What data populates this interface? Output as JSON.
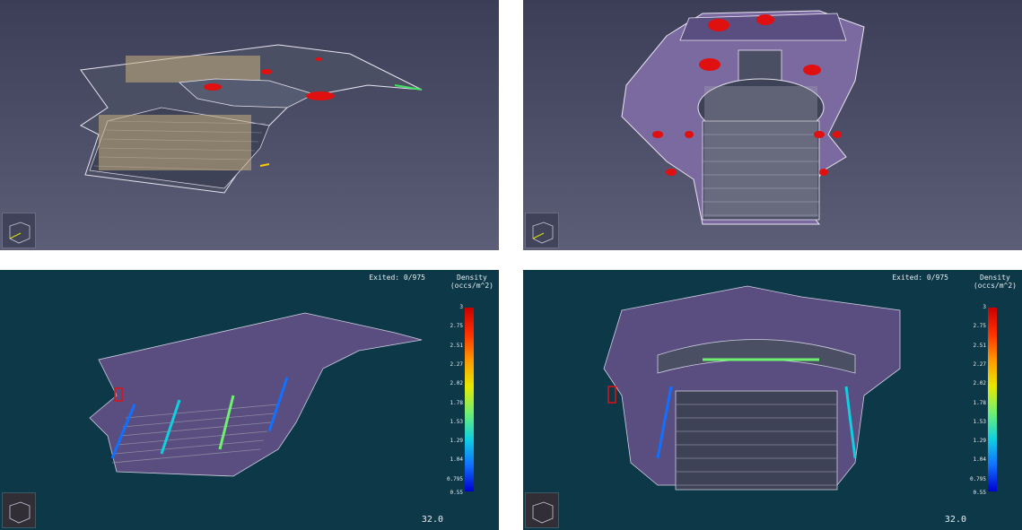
{
  "panels": [
    {
      "id": "top-left"
    },
    {
      "id": "top-right"
    },
    {
      "id": "bottom-left",
      "exited_label": "Exited:",
      "exited_value": "0/975",
      "density_title": "Density",
      "density_units": "(occs/m^2)",
      "colorbar_ticks": [
        "3",
        "2.75",
        "2.51",
        "2.27",
        "2.02",
        "1.78",
        "1.53",
        "1.29",
        "1.04",
        "0.795",
        "0.55"
      ],
      "timer": "32.0"
    },
    {
      "id": "bottom-right",
      "exited_label": "Exited:",
      "exited_value": "0/975",
      "density_title": "Density",
      "density_units": "(occs/m^2)",
      "colorbar_ticks": [
        "3",
        "2.75",
        "2.51",
        "2.27",
        "2.02",
        "1.78",
        "1.53",
        "1.29",
        "1.04",
        "0.795",
        "0.55"
      ],
      "timer": "32.0"
    }
  ],
  "colors": {
    "floor_plate": "#4b4f63",
    "floor_purple": "#7a6aa0",
    "hazard_red": "#e01010",
    "outline": "#e8e4f0",
    "teal_bg": "#0d3848"
  },
  "icons": [
    "axes-orientation-icon"
  ]
}
